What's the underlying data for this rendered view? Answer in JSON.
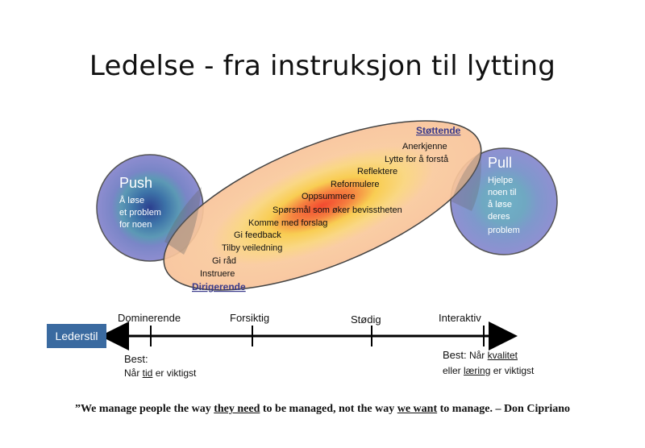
{
  "title": "Ledelse - fra instruksjon til lytting",
  "push": {
    "title": "Push",
    "lines": [
      "Å løse",
      "et problem",
      "for noen"
    ]
  },
  "pull": {
    "title": "Pull",
    "lines": [
      "Hjelpe",
      "noen til",
      "å løse",
      "deres",
      "problem"
    ]
  },
  "ellipse": {
    "top_label": "Støttende",
    "bottom_label": "Dirigerende",
    "steps": [
      "Anerkjenne",
      "Lytte for å forstå",
      "Reflektere",
      "Reformulere",
      "Oppsummere",
      "Spørsmål som øker bevisstheten",
      "Komme med forslag",
      "Gi feedback",
      "Tilby veiledning",
      "Gi råd",
      "Instruere"
    ]
  },
  "axis": {
    "label": "Lederstil",
    "ticks": [
      "Dominerende",
      "Forsiktig",
      "Stødig",
      "Interaktiv"
    ]
  },
  "best_left": {
    "heading": "Best:",
    "pre": "Når ",
    "underlined": "tid",
    "post": " er viktigst"
  },
  "best_right": {
    "heading": "Best:",
    "pre1": " Når ",
    "underlined1": "kvalitet",
    "pre2": "eller ",
    "underlined2": "læring",
    "post2": " er viktigst"
  },
  "quote": {
    "part1": "”We manage people the way ",
    "underlined1": "they need",
    "part2": " to be managed, not the way ",
    "underlined2": "we want",
    "part3": " to manage. – Don Cipriano"
  },
  "colors": {
    "push_outer": "#8d8ccf",
    "push_middle": "#5a93b8",
    "push_inner": "#3c5aa8",
    "pull_outer": "#8f8fd2",
    "pull_middle": "#6fa5bf",
    "ellipse_outer": "#f9c99a",
    "ellipse_yellow": "#f8d45a",
    "ellipse_red": "#f25a2a",
    "ellipse_label": "#3a3a8a",
    "lederstil_box": "#3a6aa0"
  }
}
